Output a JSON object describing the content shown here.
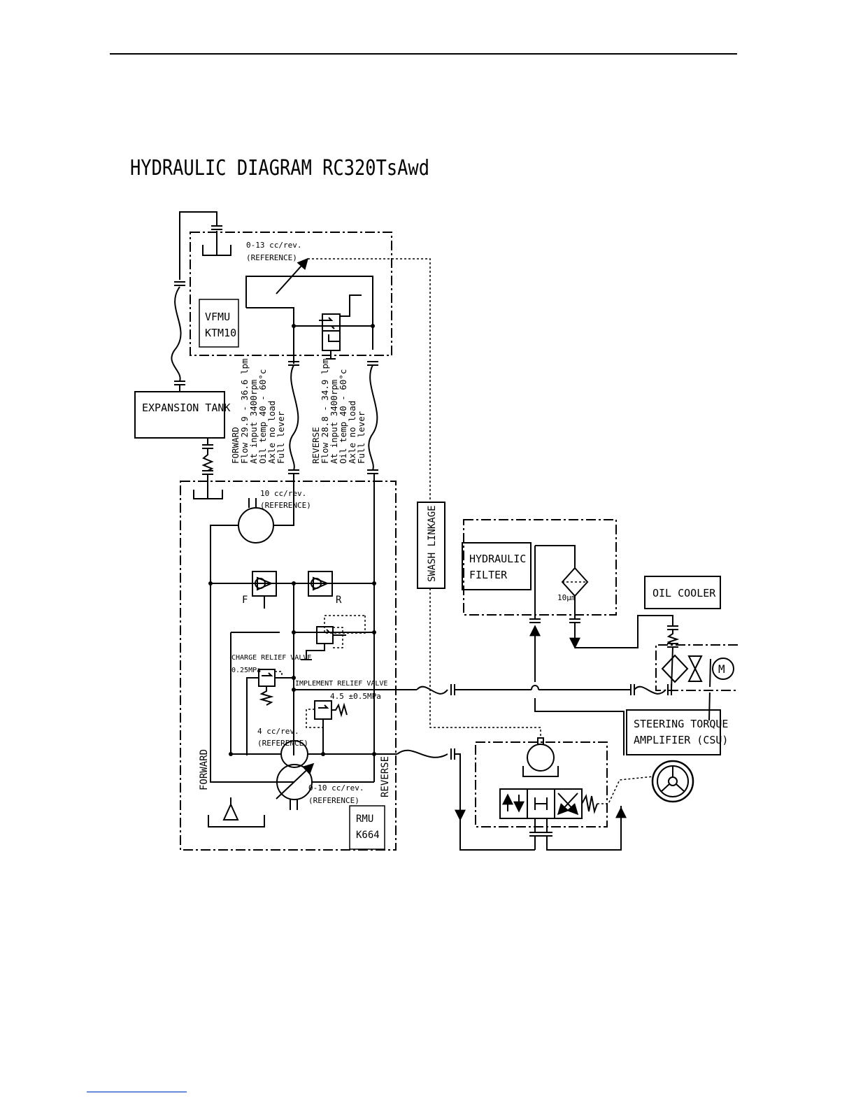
{
  "title": "HYDRAULIC DIAGRAM RC320TsAwd",
  "labels": {
    "vfmu_line1": "VFMU",
    "vfmu_line2": "KTM10",
    "vfmu_disp_1": "0-13 cc/rev.",
    "vfmu_disp_2": "(REFERENCE)",
    "expansion_tank": "EXPANSION TANK",
    "forward_spec": [
      "FORWARD",
      "Flow 29.9 - 36.6 lpm",
      "At input 3400rpm",
      "Oil temp 40 - 60°c",
      "Axle no load",
      "Full lever"
    ],
    "reverse_spec": [
      "REVERSE",
      "Flow 28.8 - 34.9 lpm",
      "At input 3400rpm",
      "Oil temp 40 - 60°c",
      "Axle no load",
      "Full lever"
    ],
    "rmu_disp_1": "10 cc/rev.",
    "rmu_disp_2": "(REFERENCE)",
    "check_f": "F",
    "check_r": "R",
    "charge_relief": "CHARGE RELIEF VALVE",
    "charge_relief_pressure": "0.25MPa",
    "implement_relief": "IMPLEMENT RELIEF VALVE",
    "implement_relief_pressure": "4.5 ±0.5MPa",
    "charge_pump_1": "4 cc/rev.",
    "charge_pump_2": "(REFERENCE)",
    "main_pump_1": "0-10 cc/rev.",
    "main_pump_2": "(REFERENCE)",
    "forward": "FORWARD",
    "reverse": "REVERSE",
    "rmu_line1": "RMU",
    "rmu_line2": "K664",
    "swash_linkage": "SWASH LINKAGE",
    "hydraulic_filter_1": "HYDRAULIC",
    "hydraulic_filter_2": "FILTER",
    "filter_rating": "10μm",
    "oil_cooler": "OIL COOLER",
    "motor": "M",
    "csu_1": "STEERING TORQUE",
    "csu_2": "AMPLIFIER (CSU)"
  }
}
